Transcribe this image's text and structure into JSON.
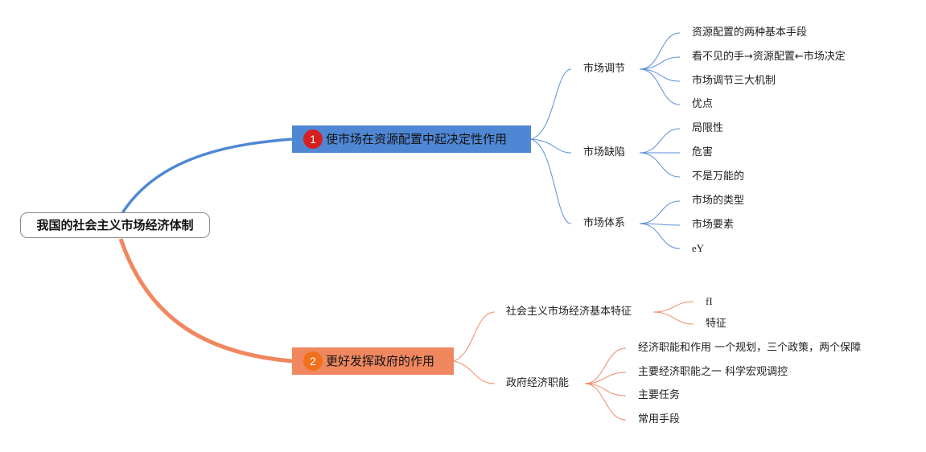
{
  "root": {
    "label": "我国的社会主义市场经济体制"
  },
  "branches": [
    {
      "number": "1",
      "label": "使市场在资源配置中起决定性作用",
      "color": "#4f87d4",
      "children": [
        {
          "label": "市场调节",
          "items": [
            "资源配置的两种基本手段",
            "看不见的手→资源配置←市场决定",
            "市场调节三大机制",
            "优点"
          ]
        },
        {
          "label": "市场缺陷",
          "items": [
            "局限性",
            "危害",
            "不是万能的"
          ]
        },
        {
          "label": "市场体系",
          "items": [
            "市场的类型",
            "市场要素",
            "eY"
          ]
        }
      ]
    },
    {
      "number": "2",
      "label": "更好发挥政府的作用",
      "color": "#f0875f",
      "children": [
        {
          "label": "社会主义市场经济基本特征",
          "items": [
            "fI",
            "特征"
          ]
        },
        {
          "label": "政府经济职能",
          "items": [
            "经济职能和作用 一个规划，三个政策，两个保障",
            "主要经济职能之一 科学宏观调控",
            "主要任务",
            "常用手段"
          ]
        }
      ]
    }
  ]
}
